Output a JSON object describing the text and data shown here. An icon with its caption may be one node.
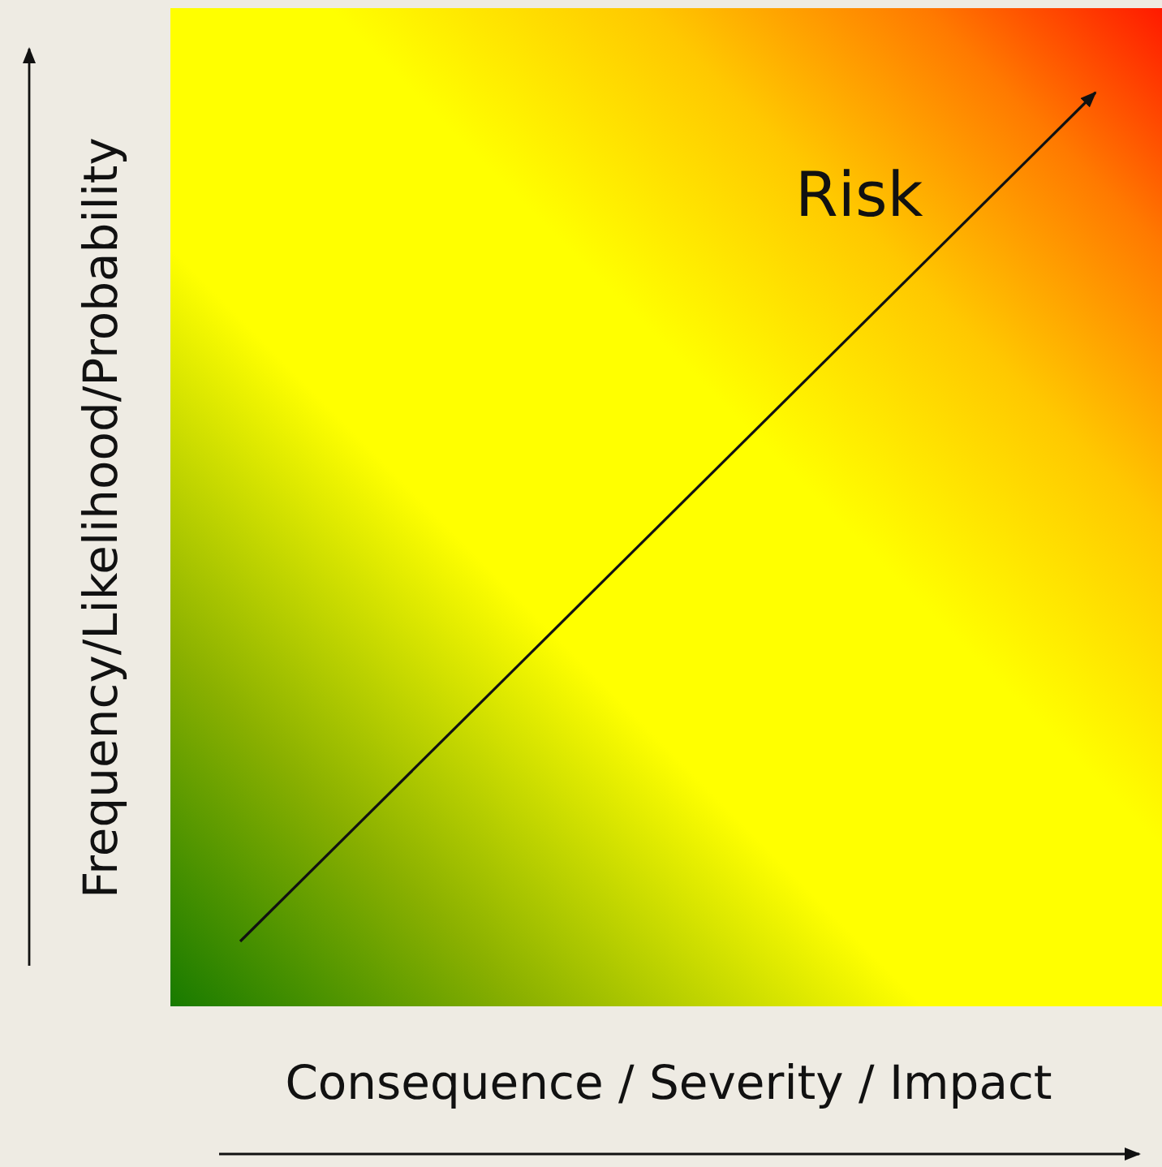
{
  "diagram": {
    "labels": [
      "Frequency/Likelihood/Probability",
      "Risk",
      "Consequence / Severity / Impact"
    ]
  }
}
